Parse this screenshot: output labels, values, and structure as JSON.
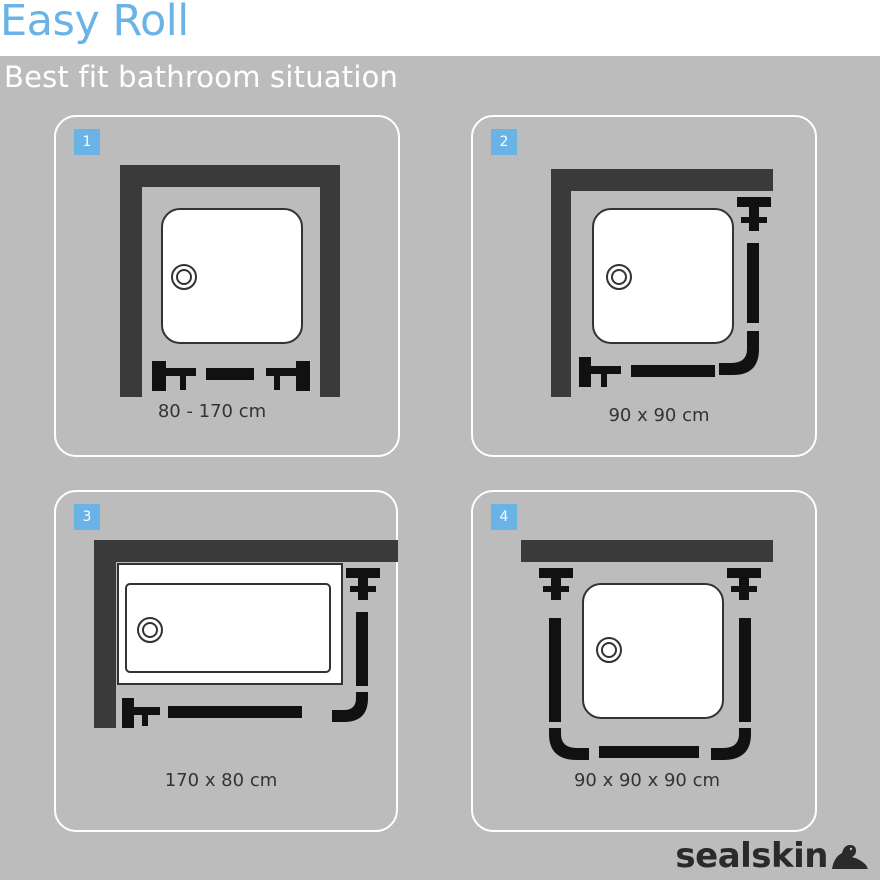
{
  "header": {
    "title": "Easy Roll",
    "subtitle": "Best fit bathroom situation"
  },
  "panels": [
    {
      "number": "1",
      "caption": "80 - 170 cm",
      "icon": "shower-tray-recess"
    },
    {
      "number": "2",
      "caption": "90 x 90 cm",
      "icon": "shower-tray-corner"
    },
    {
      "number": "3",
      "caption": "170 x 80 cm",
      "icon": "bathtub-corner"
    },
    {
      "number": "4",
      "caption": "90 x 90 x 90 cm",
      "icon": "shower-tray-three-sided"
    }
  ],
  "brand": {
    "name": "sealskin",
    "icon": "seal-logo-icon"
  },
  "colors": {
    "accent": "#6ab3e6",
    "background": "#bcbcbc",
    "wall": "#3a3a3a",
    "rail": "#111111"
  }
}
